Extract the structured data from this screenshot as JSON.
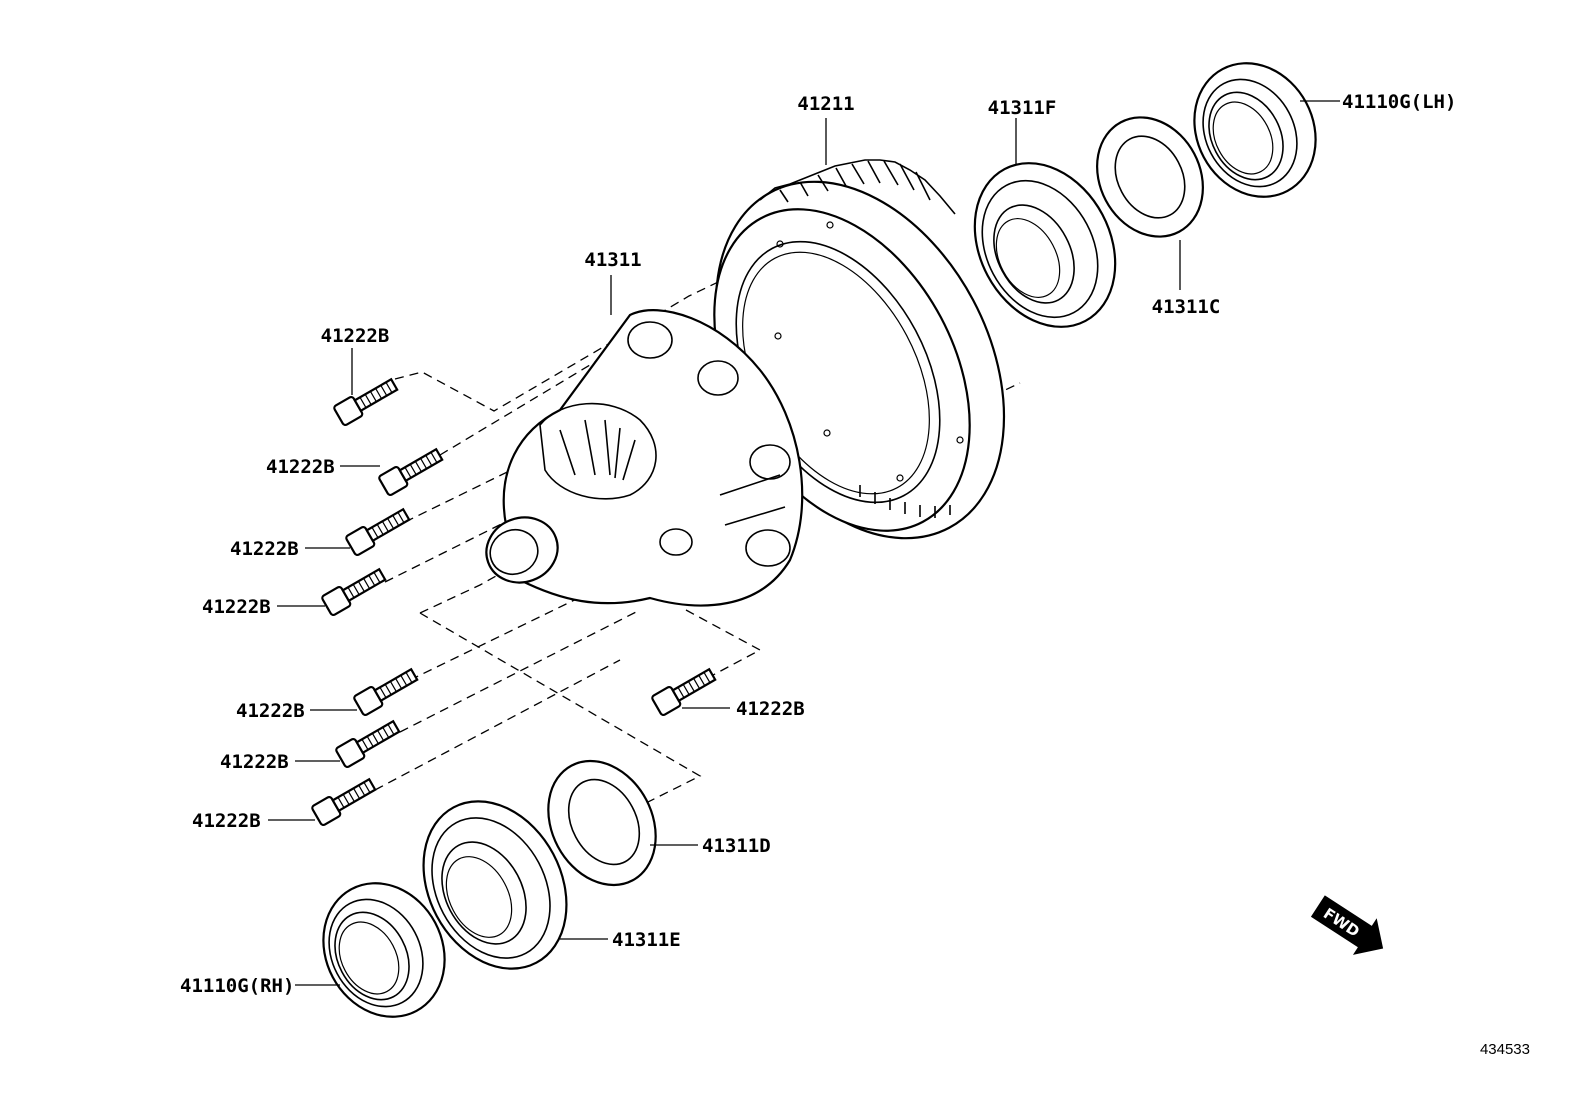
{
  "diagram": {
    "parts": {
      "ring_gear": "41211",
      "bearing_lh": "41311F",
      "oil_seal_lh": "41110G(LH)",
      "shim_lh": "41311C",
      "case": "41311",
      "bolt": "41222B",
      "shim_rh": "41311D",
      "bearing_rh": "41311E",
      "oil_seal_rh": "41110G(RH)"
    },
    "fwd_label": "FWD",
    "ref_number": "434533"
  }
}
